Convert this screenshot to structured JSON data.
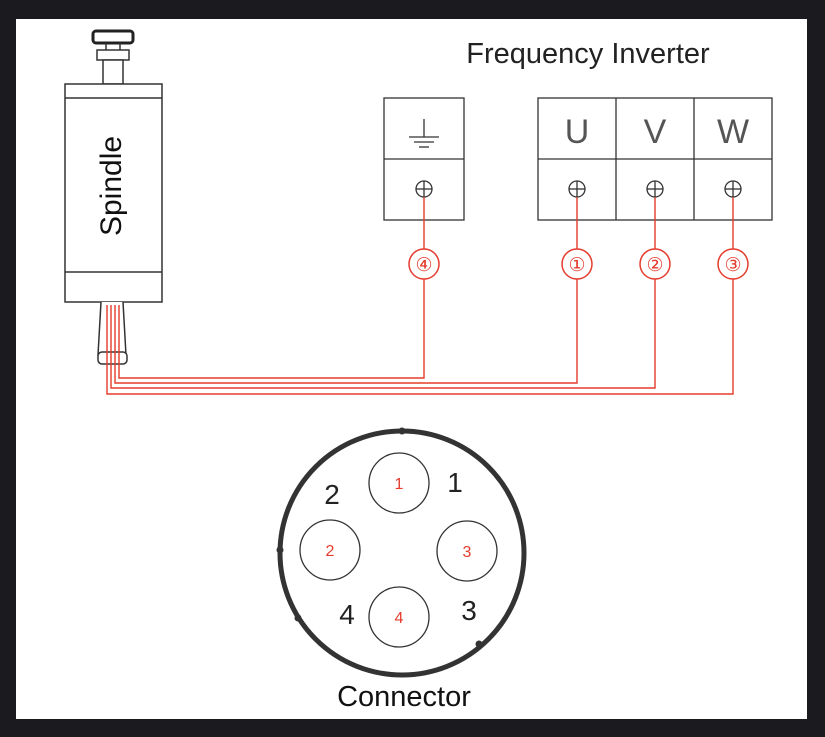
{
  "colors": {
    "background": "#1b1b1f",
    "panel": "#ffffff",
    "wire": "#e53b2c",
    "line": "#333333"
  },
  "spindle": {
    "label": "Spindle"
  },
  "inverter": {
    "title": "Frequency Inverter",
    "terminals": [
      {
        "label": "U",
        "wire": "①"
      },
      {
        "label": "V",
        "wire": "②"
      },
      {
        "label": "W",
        "wire": "③"
      }
    ],
    "ground": {
      "icon": "ground-icon",
      "wire": "④"
    }
  },
  "connector": {
    "label": "Connector",
    "pins": [
      {
        "inner": "1",
        "outer": "1"
      },
      {
        "inner": "2",
        "outer": "2"
      },
      {
        "inner": "3",
        "outer": "3"
      },
      {
        "inner": "4",
        "outer": "4"
      }
    ]
  }
}
